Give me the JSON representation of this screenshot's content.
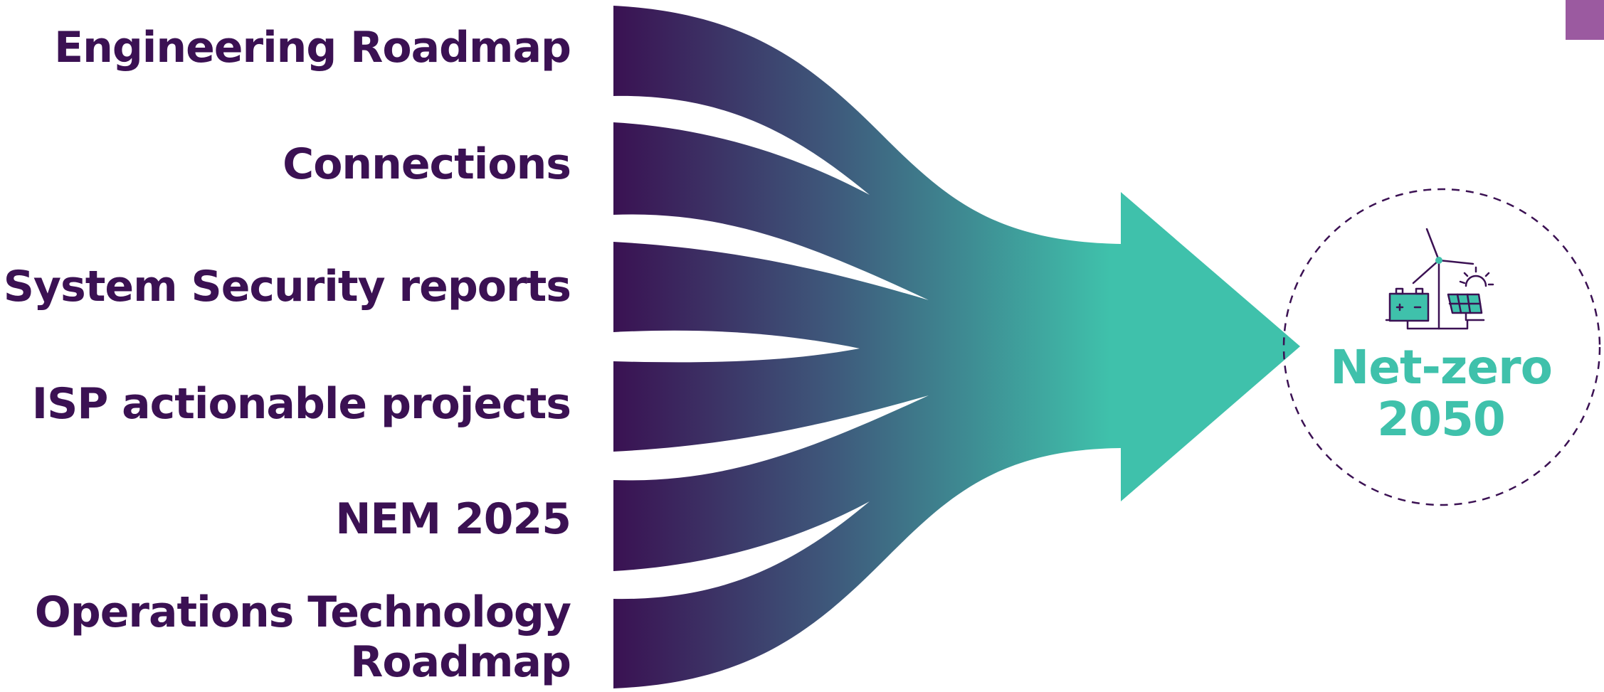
{
  "inputs": [
    {
      "label": "Engineering Roadmap"
    },
    {
      "label": "Connections"
    },
    {
      "label": "System Security reports"
    },
    {
      "label": "ISP actionable projects"
    },
    {
      "label": "NEM 2025"
    },
    {
      "label": "Operations Technology Roadmap",
      "line1": "Operations Technology",
      "line2": "Roadmap"
    }
  ],
  "goal": {
    "line1": "Net-zero",
    "line2": "2050",
    "icon": "renewables-icon"
  },
  "colors": {
    "text_purple": "#3b1153",
    "flow_start": "#3a1152",
    "flow_mid": "#3e5a7c",
    "flow_end": "#3fc1ab",
    "goal_teal": "#3fc1ab",
    "circle_dash": "#3b1153",
    "corner_tab": "#9b5aa0"
  }
}
